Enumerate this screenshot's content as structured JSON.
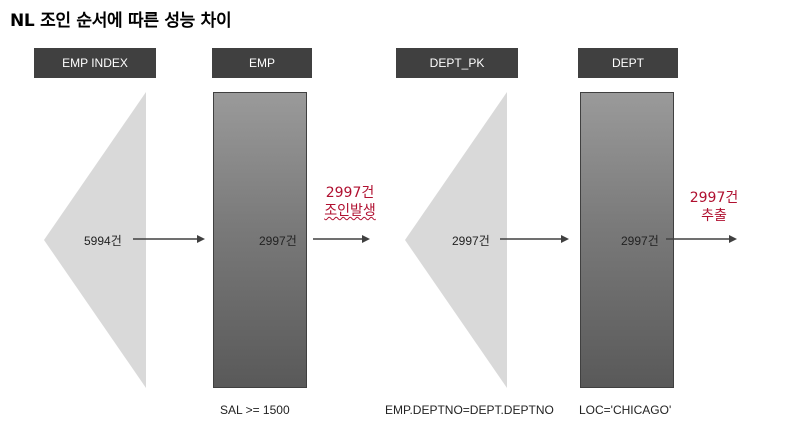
{
  "title": "NL 조인 순서에 따른 성능 차이",
  "stages": [
    {
      "header": "EMP INDEX",
      "count": "5994건"
    },
    {
      "header": "EMP",
      "count": "2997건",
      "condition": "SAL >= 1500"
    },
    {
      "header": "DEPT_PK",
      "count": "2997건",
      "condition": "EMP.DEPTNO=DEPT.DEPTNO"
    },
    {
      "header": "DEPT",
      "count": "2997건",
      "condition": "LOC='CHICAGO'"
    }
  ],
  "notes": [
    {
      "line1": "2997건",
      "line2": "조인발생"
    },
    {
      "line1": "2997건",
      "line2": "추출"
    }
  ],
  "colors": {
    "header_bg": "#404040",
    "triangle": "#d9d9d9",
    "note_text": "#b01030",
    "arrow": "#404040"
  }
}
